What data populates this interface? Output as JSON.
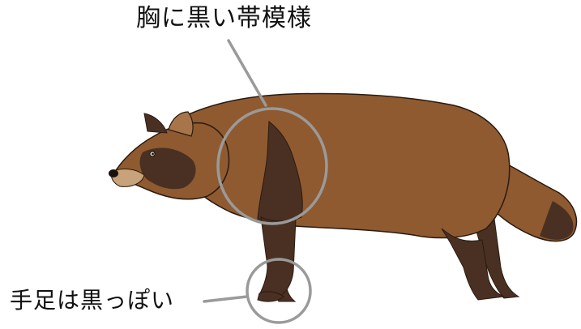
{
  "annotations": {
    "chest_label": "胸に黒い帯模様",
    "legs_label": "手足は黒っぽい"
  },
  "colors": {
    "fur_brown": "#8f5a30",
    "dark_brown": "#4a3022",
    "outline": "#2a1a10",
    "callout_gray": "#9a9a9a",
    "text": "#111111"
  },
  "subject_icon": "raccoon-dog-illustration"
}
